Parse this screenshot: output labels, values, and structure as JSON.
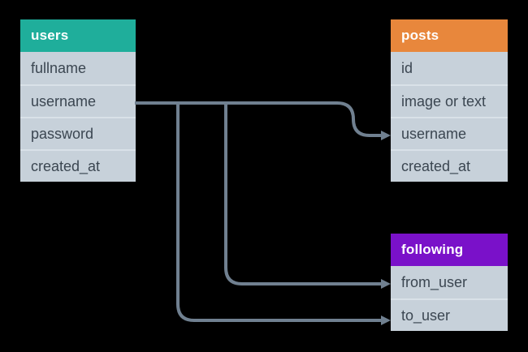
{
  "diagram": {
    "type": "entity-relationship",
    "background": "#000000"
  },
  "tables": [
    {
      "name": "users",
      "header_color": "#1fae9b",
      "fields": [
        "fullname",
        "username",
        "password",
        "created_at"
      ]
    },
    {
      "name": "posts",
      "header_color": "#e8873c",
      "fields": [
        "id",
        "image or text",
        "username",
        "created_at"
      ]
    },
    {
      "name": "following",
      "header_color": "#7a11c9",
      "fields": [
        "from_user",
        "to_user"
      ]
    }
  ],
  "colors": {
    "row_background": "#c7d1da",
    "row_separator": "#d9e1e8",
    "row_text": "#3b4651",
    "header_text": "#ffffff",
    "connector": "#708090"
  },
  "connections": [
    {
      "from": "users.username",
      "to": "posts.username"
    },
    {
      "from": "users.username",
      "to": "following.from_user"
    },
    {
      "from": "users.username",
      "to": "following.to_user"
    }
  ]
}
